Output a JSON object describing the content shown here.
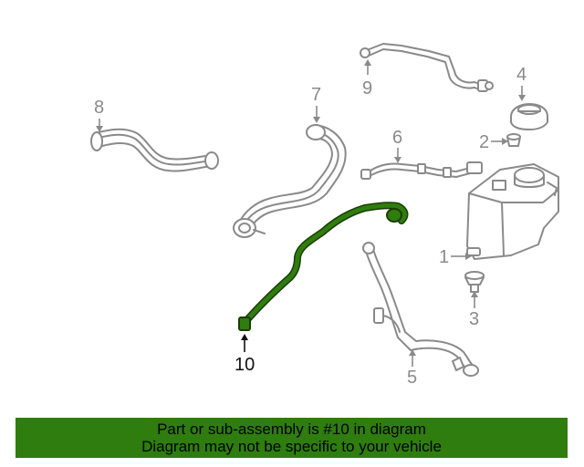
{
  "callouts": {
    "c1": "1",
    "c2": "2",
    "c3": "3",
    "c4": "4",
    "c5": "5",
    "c6": "6",
    "c7": "7",
    "c8": "8",
    "c9": "9",
    "c10": "10"
  },
  "highlighted_part": "10",
  "colors": {
    "highlight": "#2e7d0e",
    "part_stroke": "#8a8a8a",
    "banner_bg": "#2e7d0e"
  },
  "banner": {
    "line1": "Part or sub-assembly is #10 in diagram",
    "line2": "Diagram may not be specific to your vehicle"
  }
}
